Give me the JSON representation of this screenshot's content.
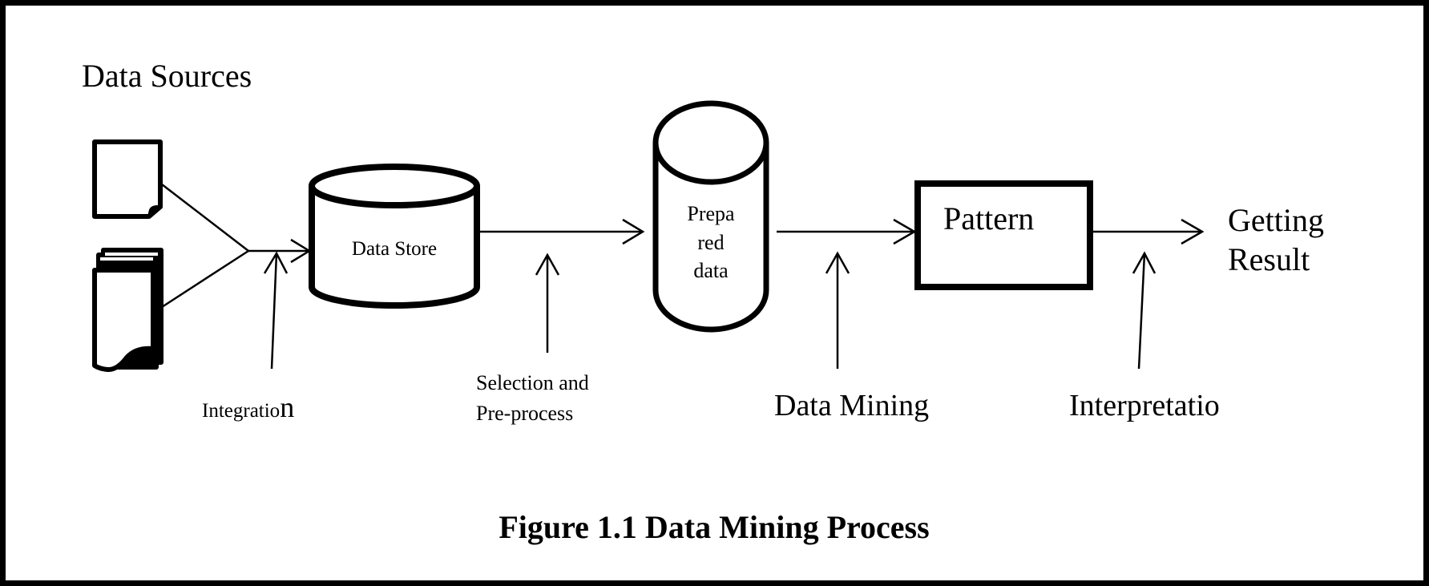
{
  "diagram": {
    "title": "Data Sources",
    "caption": "Figure 1.1 Data Mining Process",
    "nodes": {
      "data_store": "Data Store",
      "prepared_line1": "Prepa",
      "prepared_line2": "red",
      "prepared_line3": "data",
      "pattern": "Pattern",
      "result_line1": "Getting",
      "result_line2": "Result"
    },
    "steps": {
      "integration": "Integratio",
      "integration_tail": "n",
      "selection_line1": "Selection and",
      "selection_line2": "Pre-process",
      "data_mining": "Data Mining",
      "interpretation": "Interpretatio"
    },
    "colors": {
      "stroke": "#000000",
      "background": "#ffffff"
    }
  }
}
